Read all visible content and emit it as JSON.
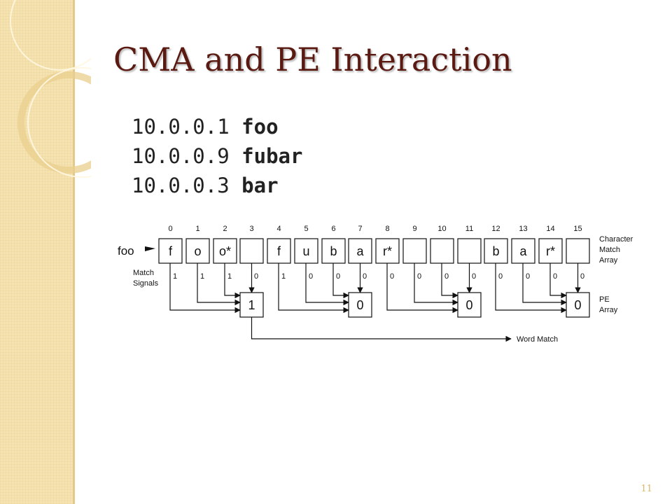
{
  "slide": {
    "title": "CMA and PE Interaction",
    "number": "11"
  },
  "hosts": [
    {
      "ip": "10.0.0.1",
      "name": "foo"
    },
    {
      "ip": "10.0.0.9",
      "name": "fubar"
    },
    {
      "ip": "10.0.0.3",
      "name": "bar"
    }
  ],
  "diagram": {
    "input_label": "foo",
    "match_signals_label": [
      "Match",
      "Signals"
    ],
    "cma_label": [
      "Character",
      "Match",
      "Array"
    ],
    "pe_label": [
      "PE",
      "Array"
    ],
    "word_match_label": "Word Match",
    "cells": [
      {
        "index": "0",
        "char": "f",
        "signal": "1"
      },
      {
        "index": "1",
        "char": "o",
        "signal": "1"
      },
      {
        "index": "2",
        "char": "o*",
        "signal": "1"
      },
      {
        "index": "3",
        "char": "",
        "signal": "0"
      },
      {
        "index": "4",
        "char": "f",
        "signal": "1"
      },
      {
        "index": "5",
        "char": "u",
        "signal": "0"
      },
      {
        "index": "6",
        "char": "b",
        "signal": "0"
      },
      {
        "index": "7",
        "char": "a",
        "signal": "0"
      },
      {
        "index": "8",
        "char": "r*",
        "signal": "0"
      },
      {
        "index": "9",
        "char": "",
        "signal": "0"
      },
      {
        "index": "10",
        "char": "",
        "signal": "0"
      },
      {
        "index": "11",
        "char": "",
        "signal": "0"
      },
      {
        "index": "12",
        "char": "b",
        "signal": "0"
      },
      {
        "index": "13",
        "char": "a",
        "signal": "0"
      },
      {
        "index": "14",
        "char": "r*",
        "signal": "0"
      },
      {
        "index": "15",
        "char": "",
        "signal": "0"
      }
    ],
    "pe_values": [
      "1",
      "0",
      "0",
      "0"
    ]
  },
  "colors": {
    "title": "#5a1a12",
    "sidebar": "#f6e3b2",
    "line": "#111111"
  }
}
